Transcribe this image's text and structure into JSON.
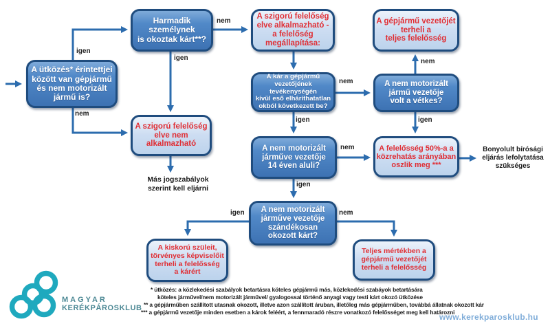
{
  "flowchart": {
    "boxes": [
      {
        "id": "collision-parties",
        "kind": "question",
        "text": "A ütközés* érintettjei\nközött van gépjármű\nés nem motorizált\njármű is?"
      },
      {
        "id": "third-party-damage",
        "kind": "question",
        "text": "Harmadik\nszemélynek\nis okoztak kárt**?"
      },
      {
        "id": "strict-liability-applicable",
        "kind": "result",
        "text": "A szigorú felelőség\nelve alkalmazható -\na felelőség\nmegállapítása:"
      },
      {
        "id": "driver-full-liability",
        "kind": "result",
        "text": "A gépjármű vezetőjét\nterheli a\nteljes felelősség"
      },
      {
        "id": "strict-liability-not-applicable",
        "kind": "result",
        "text": "A szigorú felelőség\nelve nem\nalkalmazható"
      },
      {
        "id": "damage-unavoidable-cause",
        "kind": "question",
        "text": "A kár a gépjármű\nvezetőjének tevékenységén\nkívül eső elháríthatatlan\nokból következett be?"
      },
      {
        "id": "non-motorized-driver-at-fault",
        "kind": "question",
        "text": "A nem motorizált\njármű vezetője\nvolt a vétkes?"
      },
      {
        "id": "liability-50-percent-split",
        "kind": "result",
        "text": "A felelősség 50%-a a\nközrehatás arányában\noszlik meg ***"
      },
      {
        "id": "driver-under-14",
        "kind": "question",
        "text": "A nem  motorizált\njárműve vezetője\n14 éven aluli?"
      },
      {
        "id": "intentional-damage",
        "kind": "question",
        "text": "A nem  motorizált\njárműve vezetője\nszándékosan\nokozott kárt?"
      },
      {
        "id": "minor-parents-liable",
        "kind": "result",
        "text": "A kiskorú szüleit,\ntörvényes képviselőit\nterheli a felelősség\na kárért"
      },
      {
        "id": "driver-fully-liable",
        "kind": "result",
        "text": "Teljes mértékben a\ngépjármű vezetőjét\nterheli a felelősség"
      }
    ],
    "edges": [
      {
        "from": "start",
        "to": "collision-parties",
        "label": ""
      },
      {
        "from": "collision-parties",
        "to": "third-party-damage",
        "label": "igen"
      },
      {
        "from": "collision-parties",
        "to": "strict-liability-not-applicable",
        "label": "nem"
      },
      {
        "from": "third-party-damage",
        "to": "strict-liability-applicable",
        "label": "nem"
      },
      {
        "from": "third-party-damage",
        "to": "strict-liability-not-applicable",
        "label": "igen"
      },
      {
        "from": "strict-liability-applicable",
        "to": "damage-unavoidable-cause",
        "label": ""
      },
      {
        "from": "damage-unavoidable-cause",
        "to": "non-motorized-driver-at-fault",
        "label": "nem"
      },
      {
        "from": "non-motorized-driver-at-fault",
        "to": "driver-full-liability",
        "label": "nem"
      },
      {
        "from": "non-motorized-driver-at-fault",
        "to": "liability-50-percent-split",
        "label": "igen"
      },
      {
        "from": "damage-unavoidable-cause",
        "to": "driver-under-14",
        "label": "igen"
      },
      {
        "from": "driver-under-14",
        "to": "liability-50-percent-split",
        "label": "nem"
      },
      {
        "from": "driver-under-14",
        "to": "intentional-damage",
        "label": "igen"
      },
      {
        "from": "liability-50-percent-split",
        "to": "court-procedure-note",
        "label": ""
      },
      {
        "from": "intentional-damage",
        "to": "minor-parents-liable",
        "label": "igen"
      },
      {
        "from": "intentional-damage",
        "to": "driver-fully-liable",
        "label": "nem"
      },
      {
        "from": "strict-liability-not-applicable",
        "to": "other-laws-note",
        "label": ""
      }
    ],
    "notes": [
      {
        "id": "other-laws-note",
        "text": "Más jogszabályok\nszerint kell eljárni"
      },
      {
        "id": "court-procedure-note",
        "text": "Bonyolult bírósági\neljárás lefolytatása\nszükséges"
      }
    ]
  },
  "footnotes": [
    "* ütközés: a közlekedési szabályok betartásra köteles gépjármű más, közlekedési szabáyok betartására",
    "köteles járművel/nem motorizált járművel/ gyalogossal történő anyagi vagy testi kárt okozó ütközése",
    "** a gépjárműben szállított utasnak okozott, illetve azon szállított áruban, illetőleg más gépjárműben, továbbá állatnak okozott kár",
    "*** a gépjármű vezetője minden esetben a károk feléért, a fennmaradó részre vonatkozó felelősséget meg kell határozni"
  ],
  "logo": {
    "icon": "four-rings-icon",
    "org_line1": "MAGYAR",
    "org_line2": "KERÉKPÁROSKLUB"
  },
  "watermark": "www.kerekparosklub.hu",
  "colors": {
    "question_box_fill": "#4c83c3",
    "box_border": "#1f4c7e",
    "result_box_fill": "#cdddf2",
    "result_text_red": "#e02e34",
    "arrow_blue": "#2c6cae",
    "logo_teal": "#1fa9be",
    "watermark_blue": "#6fa8d8"
  }
}
